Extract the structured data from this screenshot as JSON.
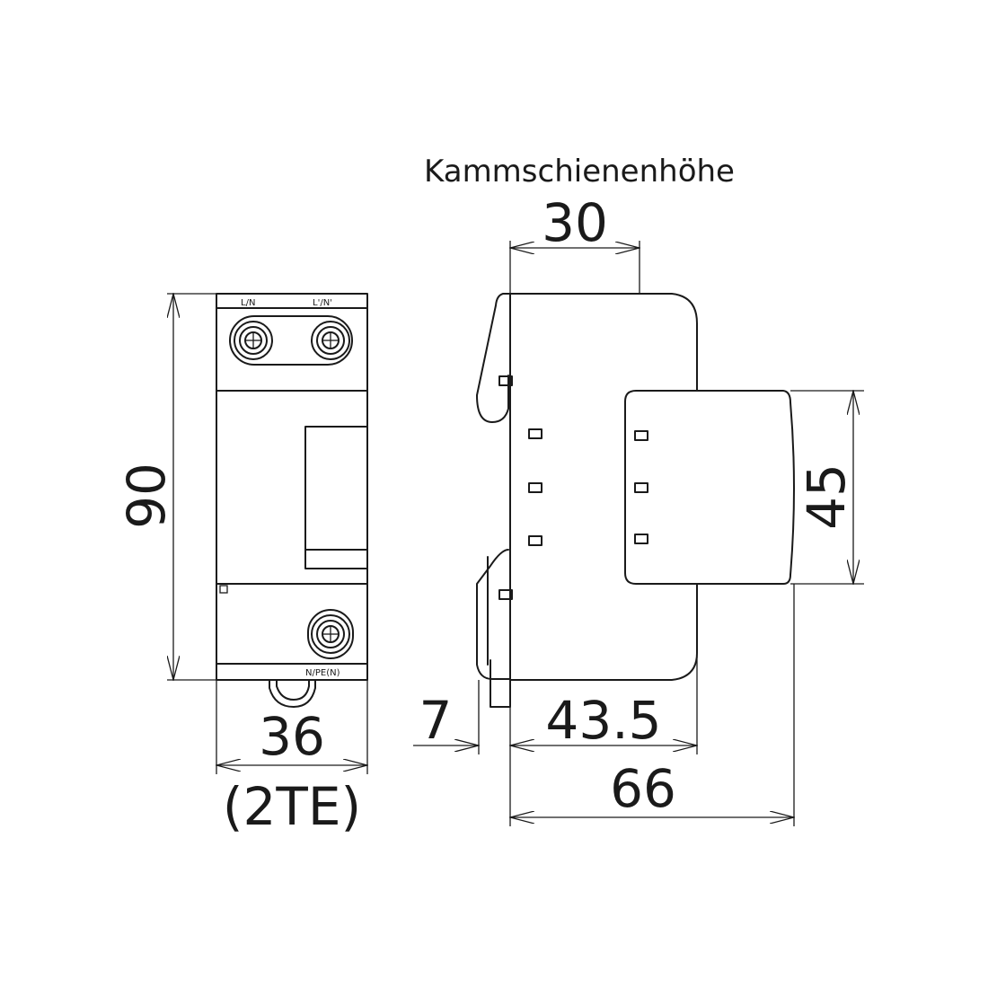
{
  "front_view": {
    "terminal_top_left_label": "L/N",
    "terminal_top_right_label": "L'/N'",
    "terminal_bottom_label": "N/PE(N)",
    "height_dim": "90",
    "width_dim": "36",
    "width_units": "(2TE)"
  },
  "side_view": {
    "busbar_height_label": "Kammschienenhöhe",
    "busbar_height_dim": "30",
    "module_height_dim": "45",
    "rail_offset_dim": "7",
    "depth_to_shoulder_dim": "43.5",
    "total_depth_dim": "66"
  }
}
